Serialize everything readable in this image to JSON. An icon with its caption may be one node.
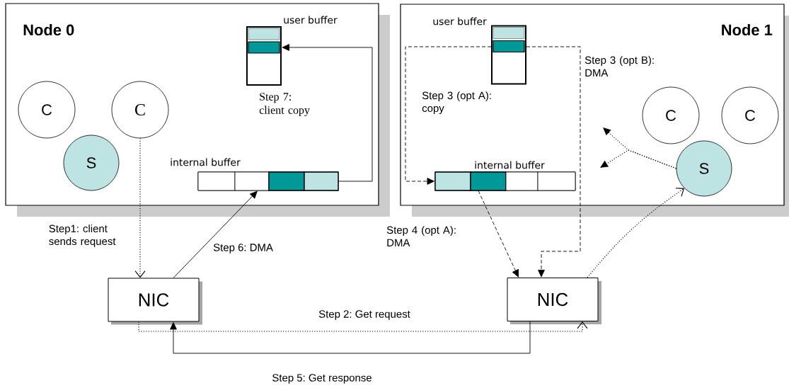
{
  "diagram": {
    "nodes": [
      {
        "text": [
          "Node 0"
        ]
      },
      {
        "text": [
          "C"
        ],
        "in": 0
      },
      {
        "text": [
          "C"
        ],
        "in": 0
      },
      {
        "text": [
          "S"
        ],
        "in": 0
      },
      {
        "text": [
          "user buffer"
        ],
        "in": 0
      },
      {
        "text": [
          "internal buffer"
        ],
        "in": 0
      },
      {
        "text": [
          "Node 1"
        ]
      },
      {
        "text": [
          "user buffer"
        ],
        "in": 6
      },
      {
        "text": [
          "internal buffer"
        ],
        "in": 6
      },
      {
        "text": [
          "C"
        ],
        "in": 6
      },
      {
        "text": [
          "C"
        ],
        "in": 6
      },
      {
        "text": [
          "S"
        ],
        "in": 6
      },
      {
        "text": [
          "NIC"
        ]
      },
      {
        "text": [
          "NIC"
        ]
      }
    ],
    "edges": [
      {
        "from": 2,
        "to": 12,
        "arrow": "to",
        "label": "Step1: client sends request",
        "style": "dashed"
      },
      {
        "from": 12,
        "to": 13,
        "arrow": "to",
        "label": "Step 2: Get request",
        "style": "dashed"
      },
      {
        "from": 7,
        "to": 8,
        "arrow": "to",
        "label": "Step 3 (opt A): copy",
        "style": "dashed"
      },
      {
        "from": 11,
        "to": null,
        "arrow": "to",
        "style": "dashed"
      },
      {
        "from": 11,
        "to": null,
        "arrow": "to",
        "style": "dashed"
      },
      {
        "from": 7,
        "to": 13,
        "arrow": "to",
        "label": "Step 3 (opt B): DMA",
        "style": "dashed"
      },
      {
        "from": 8,
        "to": 13,
        "arrow": "to",
        "label": "Step 4 (opt A): DMA",
        "style": "dashed"
      },
      {
        "from": 13,
        "to": 11,
        "arrow": "to",
        "style": "dashed"
      },
      {
        "from": 13,
        "to": 12,
        "arrow": "to",
        "label": "Step 5: Get response"
      },
      {
        "from": 12,
        "to": 5,
        "arrow": "to",
        "label": "Step 6: DMA"
      },
      {
        "from": 5,
        "to": 4,
        "arrow": "to",
        "label": "Step 7: client copy"
      }
    ]
  }
}
